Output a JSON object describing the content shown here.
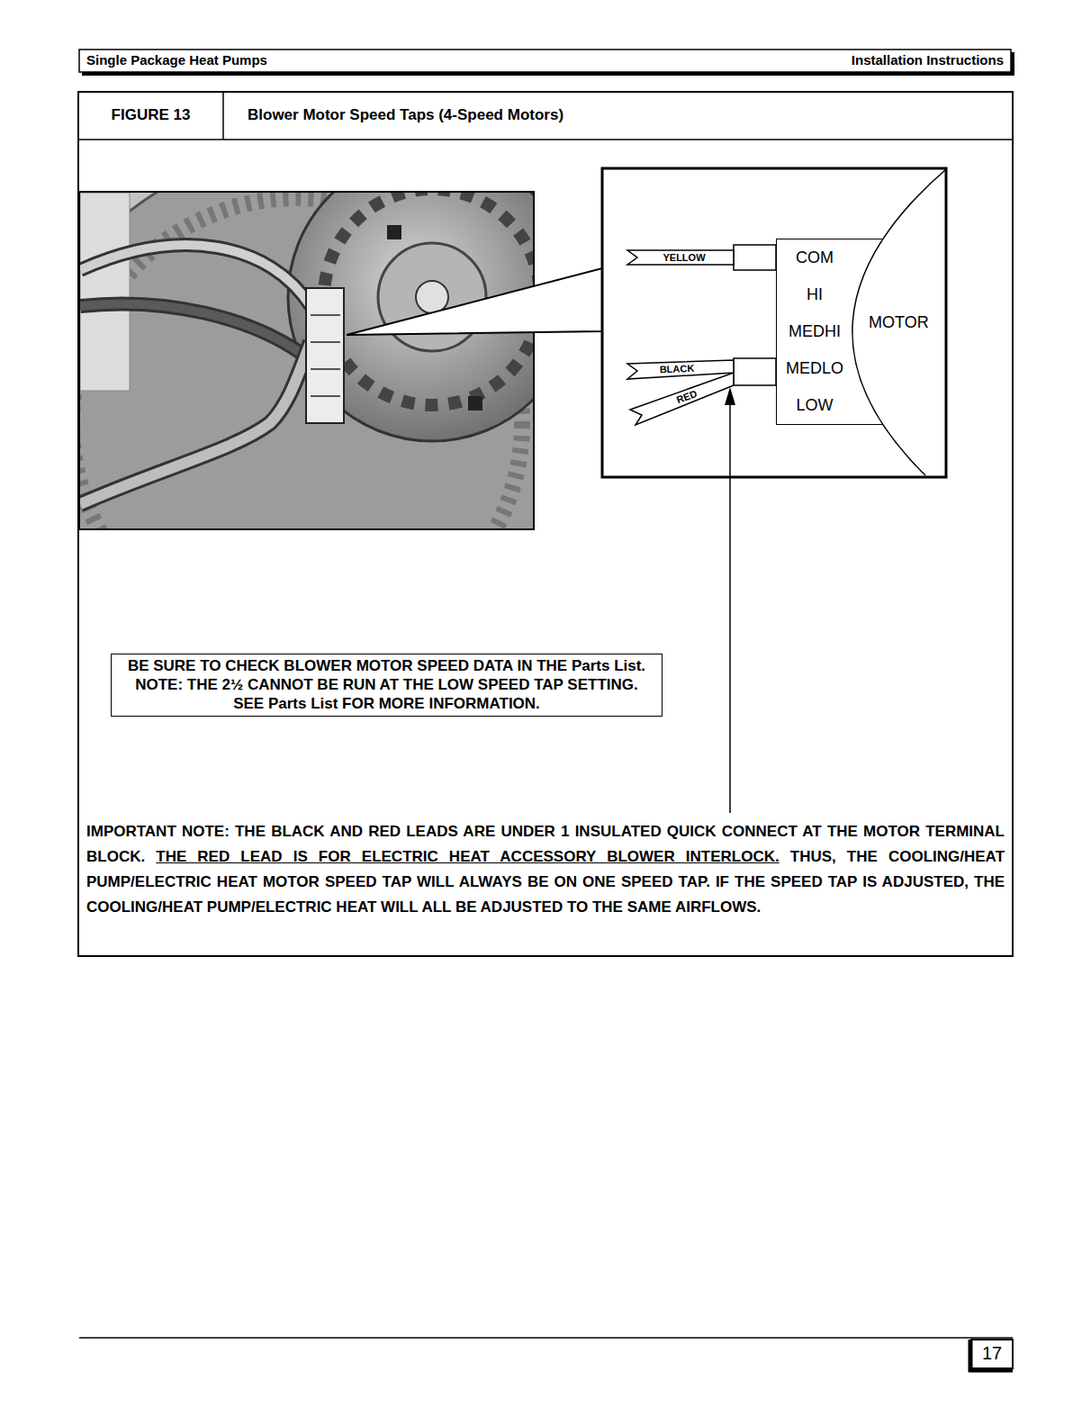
{
  "diagram": {
    "title": "Blower Motor Speed Taps (4-Speed Motors)",
    "nodes": [
      {
        "text": [
          "MOTOR"
        ]
      },
      {
        "text": [
          "COM",
          "HI",
          "MEDHI",
          "MEDLO",
          "LOW"
        ]
      },
      {
        "text": [
          "BE SURE TO CHECK BLOWER MOTOR SPEED DATA IN THE Parts List.",
          "NOTE: THE 2½ CANNOT BE RUN AT THE LOW SPEED TAP SETTING. SEE Parts List FOR MORE INFORMATION."
        ]
      }
    ],
    "labels": [
      "Single Package Heat Pumps",
      "Installation Instructions",
      "FIGURE 13",
      "YELLOW",
      "BLACK",
      "RED",
      "IMPORTANT NOTE: THE BLACK AND RED LEADS ARE UNDER 1 INSULATED QUICK CONNECT AT THE MOTOR TERMINAL BLOCK.",
      "THE RED LEAD IS FOR ELECTRIC HEAT ACCESSORY BLOWER INTERLOCK.",
      "THUS, THE COOLING/HEAT PUMP/ELECTRIC HEAT MOTOR SPEED TAP WILL ALWAYS BE ON ONE SPEED TAP. IF THE SPEED TAP IS ADJUSTED, THE COOLING/HEAT PUMP/ELECTRIC HEAT WILL ALL BE ADJUSTED TO THE SAME AIRFLOWS.",
      "17"
    ]
  }
}
